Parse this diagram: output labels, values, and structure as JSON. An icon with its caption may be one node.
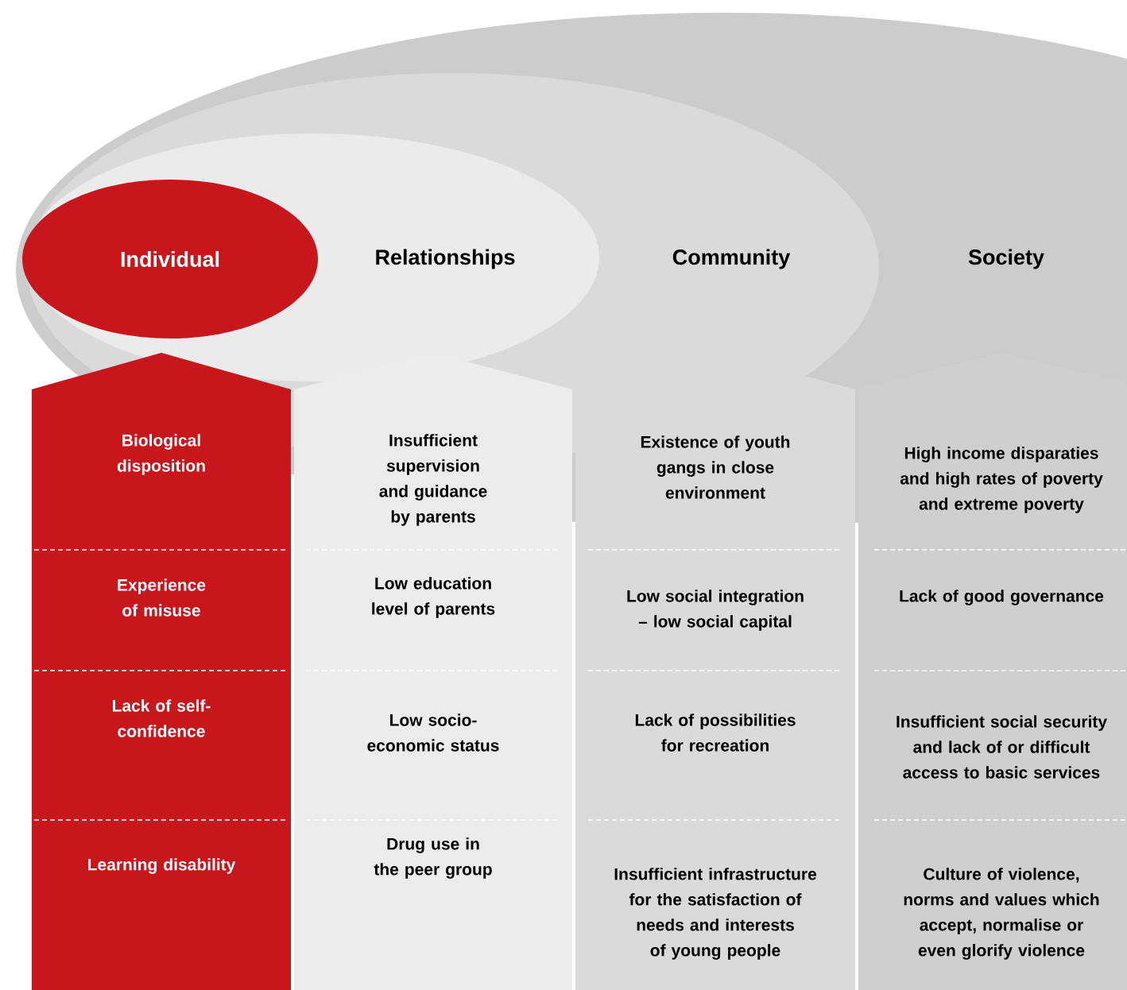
{
  "diagram": {
    "nodes": [
      {
        "text": [
          "Society"
        ]
      },
      {
        "text": [
          "Community"
        ],
        "in": 0
      },
      {
        "text": [
          "Relationships"
        ],
        "in": 1
      },
      {
        "text": [
          "Individual"
        ],
        "in": 2
      },
      {
        "text": [
          "Biological disposition",
          "Experience of misuse",
          "Lack of self-confidence",
          "Learning disability"
        ]
      },
      {
        "text": [
          "Insufficient supervision and guidance by parents",
          "Low education level of parents",
          "Low socio-economic status",
          "Drug use in the peer group"
        ]
      },
      {
        "text": [
          "Existence of youth gangs in close environment",
          "Low social integration – low social capital",
          "Lack of possibilities for recreation",
          "Insufficient infrastructure for the satisfaction of needs and interests of young people"
        ]
      },
      {
        "text": [
          "High income disparaties and high rates of poverty and extreme poverty",
          "Lack of good governance",
          "Insufficient social security and lack of or difficult access to basic services",
          "Culture of violence, norms and values which accept, normalise or even glorify violence"
        ]
      }
    ]
  }
}
